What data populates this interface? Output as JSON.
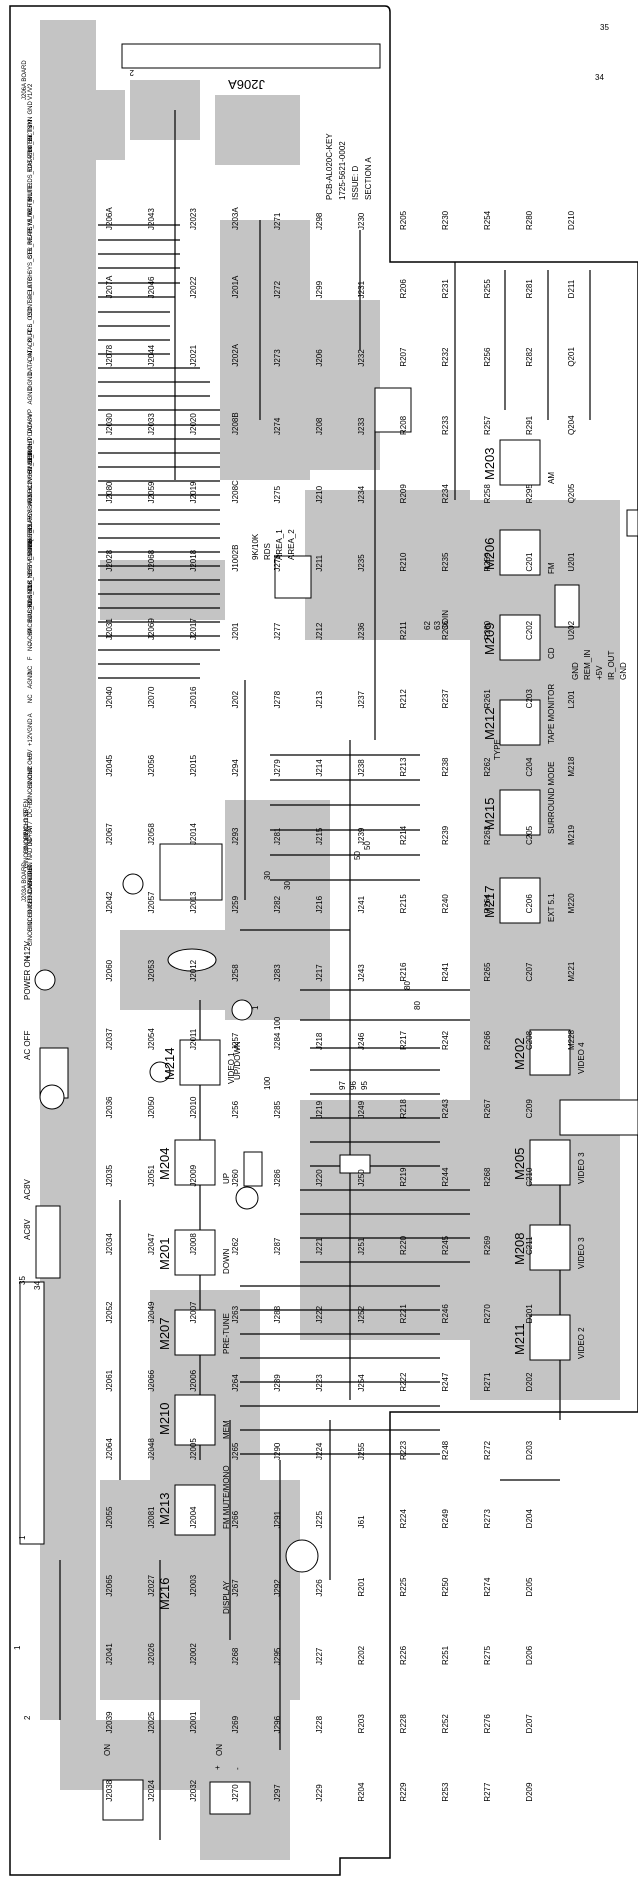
{
  "board": {
    "info_lines": [
      "PCB-AL020C-KEY",
      "1725-5621-0002",
      "ISSUE: D",
      "SECTION A"
    ],
    "board_labels": [
      "J206A BOARD",
      "J203A BOARD"
    ],
    "edge_labels": [
      "CINCH1 OPEN",
      "CINCH2 CLOSE",
      "CINCH3 OPEN"
    ],
    "corner_numbers": [
      "35",
      "34",
      "35",
      "34",
      "2",
      "1",
      "2",
      "1",
      "30",
      "50",
      "80",
      "100",
      "1"
    ]
  },
  "connector_pins_top": {
    "name": "J206A",
    "pins": [
      "V1/V2",
      "GND",
      "SYN",
      "SO_IN",
      "PROTECT_IN",
      "RDS_CLK_IN",
      "RDS_DATA_IN",
      "MUTE",
      "VCR_MUTE",
      "SYS_MUTE",
      "REAR_MUTE",
      "CTR_MUTE",
      "SYS_SEL",
      "STB",
      "SP_LATCH",
      "CONT SEL",
      "CS_OSD",
      "CK_PLL",
      "DATA_OUT",
      "DATA_IN",
      "DGND",
      "AGND",
      "-VP",
      "DC+8V",
      "H_P",
      "H_P",
      "+5V_SEN",
      "+12V",
      "AGND",
      "+5V",
      "RELAY",
      "STEREO",
      "V_MUTE",
      "NC",
      "RDS_SYS",
      "RDS_CLK",
      "BUS_CLK",
      "+P",
      "NC"
    ]
  },
  "connector_pins_bottom": {
    "name": "J203A",
    "pins": [
      "CINCH1 DATA",
      "CINCH1 OUT",
      "CINCH1 SEL",
      "FO",
      "CSBIN SEL",
      "BS",
      "NAC_OUT",
      "F.FREQ",
      "ERF CS8416",
      "NC",
      "AGND",
      "AC8V",
      "AC8V",
      "-AC8V",
      "F",
      "NC",
      "AGND",
      "NC",
      "A",
      "GND",
      "+12V",
      "+5V",
      "NC",
      "CINCH2 OUT",
      "CINCH2 OUT",
      "DC+8V",
      "AT7",
      "DC+8V",
      "NAD INP",
      "D/A",
      "AN6",
      "CINCH3 OPEN",
      "CINCH3 DATA OUT",
      "CINCH3 IN",
      "CINCH CL"
    ]
  },
  "components": {
    "connectors": [
      "J206A",
      "J207A",
      "J2078",
      "J2030",
      "J2080",
      "J2028",
      "J2031",
      "J2040",
      "J2045",
      "J2067",
      "J2042",
      "J2060",
      "J2037",
      "J2036",
      "J2035",
      "J2034",
      "J2052",
      "J2061",
      "J2064",
      "J2055",
      "J2065",
      "J2041",
      "J2039",
      "J2038",
      "J2043",
      "J2046",
      "J2044",
      "J2033",
      "J2059",
      "J2068",
      "J2069",
      "J2070",
      "J2056",
      "J2058",
      "J2057",
      "J2053",
      "J2054",
      "J2050",
      "J2051",
      "J2047",
      "J2049",
      "J2066",
      "J2048",
      "J2081",
      "J2027",
      "J2026",
      "J2025",
      "J2024",
      "J2023",
      "J2022",
      "J2021",
      "J2020",
      "J2019",
      "J2018",
      "J2017",
      "J2016",
      "J2015",
      "J2014",
      "J2013",
      "J2012",
      "J2011",
      "J2010",
      "J2009",
      "J2008",
      "J2007",
      "J2006",
      "J2005",
      "J2004",
      "J2003",
      "J2002",
      "J2001",
      "J2032",
      "J203A",
      "J201A",
      "J202A",
      "J208B",
      "J208C",
      "J1002B",
      "J201",
      "J202",
      "J294",
      "J293",
      "J259",
      "J258",
      "J257",
      "J256",
      "J260",
      "J262",
      "J263",
      "J264",
      "J265",
      "J266",
      "J267",
      "J268",
      "J269",
      "J270",
      "J271",
      "J272",
      "J273",
      "J274",
      "J275",
      "J276",
      "J277",
      "J278",
      "J279",
      "J281",
      "J282",
      "J283",
      "J284",
      "J285",
      "J286",
      "J287",
      "J288",
      "J289",
      "J290",
      "J291",
      "J292",
      "J295",
      "J296",
      "J297",
      "J298",
      "J299",
      "J206",
      "J208",
      "J210",
      "J211",
      "J212",
      "J213",
      "J214",
      "J215",
      "J216",
      "J217",
      "J218",
      "J219",
      "J220",
      "J221",
      "J222",
      "J223",
      "J224",
      "J225",
      "J226",
      "J227",
      "J228",
      "J229",
      "J230",
      "J231",
      "J232",
      "J233",
      "J234",
      "J235",
      "J236",
      "J237",
      "J238",
      "J239",
      "J241",
      "J243",
      "J246",
      "J249",
      "J250",
      "J251",
      "J252",
      "J254",
      "J255",
      "J61"
    ],
    "resistors": [
      "R201",
      "R202",
      "R203",
      "R204",
      "R205",
      "R206",
      "R207",
      "R208",
      "R209",
      "R210",
      "R211",
      "R212",
      "R213",
      "R214",
      "R215",
      "R216",
      "R217",
      "R218",
      "R219",
      "R220",
      "R221",
      "R222",
      "R223",
      "R224",
      "R225",
      "R226",
      "R228",
      "R229",
      "R230",
      "R231",
      "R232",
      "R233",
      "R234",
      "R235",
      "R236",
      "R237",
      "R238",
      "R239",
      "R240",
      "R241",
      "R242",
      "R243",
      "R244",
      "R245",
      "R246",
      "R247",
      "R248",
      "R249",
      "R250",
      "R251",
      "R252",
      "R253",
      "R254",
      "R255",
      "R256",
      "R257",
      "R258",
      "R259",
      "R260",
      "R261",
      "R262",
      "R263",
      "R264",
      "R265",
      "R266",
      "R267",
      "R268",
      "R269",
      "R270",
      "R271",
      "R272",
      "R273",
      "R274",
      "R275",
      "R276",
      "R277",
      "R280",
      "R281",
      "R282",
      "R291",
      "R295"
    ],
    "capacitors": [
      "C201",
      "C202",
      "C203",
      "C204",
      "C205",
      "C206",
      "C207",
      "C208",
      "C209",
      "C210",
      "C211"
    ],
    "diodes": [
      "D201",
      "D202",
      "D203",
      "D204",
      "D205",
      "D206",
      "D207",
      "D209",
      "D210",
      "D211"
    ],
    "transistors": [
      "Q201",
      "Q204",
      "Q205"
    ],
    "ics": [
      "U201",
      "U202"
    ],
    "other": [
      "L201",
      "M218",
      "M219",
      "M220",
      "M221",
      "M228"
    ]
  },
  "switches": [
    {
      "id": "M203",
      "label": "AM"
    },
    {
      "id": "M206",
      "label": "FM"
    },
    {
      "id": "M209",
      "label": "CD"
    },
    {
      "id": "M212",
      "label": "TAPE MONITOR"
    },
    {
      "id": "M215",
      "label": "SURROUND MODE"
    },
    {
      "id": "M217",
      "label": "EXT 5.1"
    },
    {
      "id": "M202",
      "label": "VIDEO 4"
    },
    {
      "id": "M205",
      "label": "VIDEO 3"
    },
    {
      "id": "M208",
      "label": "VIDEO 3"
    },
    {
      "id": "M211",
      "label": "VIDEO 2"
    },
    {
      "id": "M214",
      "label": "VIDEO 1"
    },
    {
      "id": "M204",
      "label": "UP"
    },
    {
      "id": "M201",
      "label": "DOWN"
    },
    {
      "id": "M207",
      "label": "PRE-TUNE"
    },
    {
      "id": "M210",
      "label": "MEM"
    },
    {
      "id": "M213",
      "label": "FM MUTE/MONO"
    },
    {
      "id": "M216",
      "label": "DISPLAY"
    }
  ],
  "misc_labels": [
    "COIN",
    "RDS",
    "AREA_1",
    "AREA_2",
    "9K/10K",
    "UP/DOWN",
    "GND",
    "IR_OUT",
    "+5V",
    "REM_IN",
    "GND",
    "TYPE",
    "ON",
    "ON",
    "+",
    "-",
    "+12V",
    "AC OFF",
    "AC8V",
    "AC8V",
    "POWER ON",
    "62",
    "63",
    "97",
    "96",
    "95",
    "30",
    "50",
    "80",
    "100"
  ]
}
